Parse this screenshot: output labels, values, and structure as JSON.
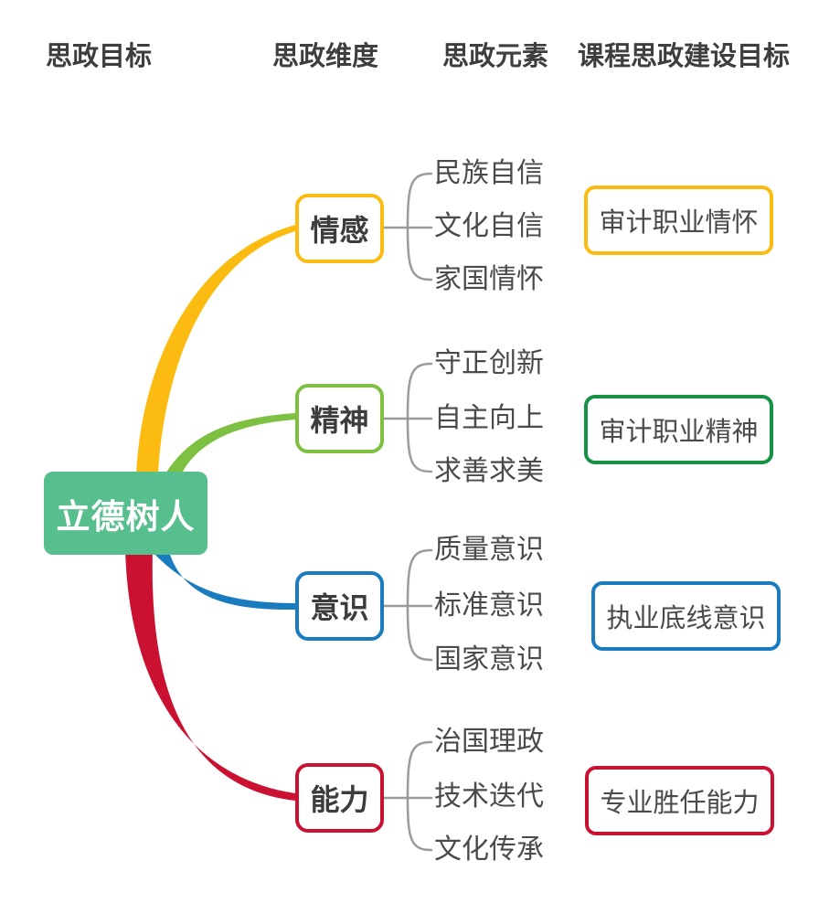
{
  "headers": [
    "思政目标",
    "思政维度",
    "思政元素",
    "课程思政建设目标"
  ],
  "root": {
    "label": "立德树人",
    "color": "#57BE8D"
  },
  "branches": [
    {
      "label": "情感",
      "color": "#FBBB10",
      "items": [
        "民族自信",
        "文化自信",
        "家国情怀"
      ],
      "goal": "审计职业情怀",
      "goal_color": "#FBBB10"
    },
    {
      "label": "精神",
      "color": "#7EC142",
      "items": [
        "守正创新",
        "自主向上",
        "求善求美"
      ],
      "goal": "审计职业精神",
      "goal_color": "#169245"
    },
    {
      "label": "意识",
      "color": "#1A7BBE",
      "items": [
        "质量意识",
        "标准意识",
        "国家意识"
      ],
      "goal": "执业底线意识",
      "goal_color": "#1A7BBE"
    },
    {
      "label": "能力",
      "color": "#CB1132",
      "items": [
        "治国理政",
        "技术迭代",
        "文化传承"
      ],
      "goal": "专业胜任能力",
      "goal_color": "#CB1132"
    }
  ],
  "colors": {
    "connector_gray": "#9B9B9B",
    "heading_text": "#3E3E3E",
    "body_text": "#4A4A4A"
  }
}
